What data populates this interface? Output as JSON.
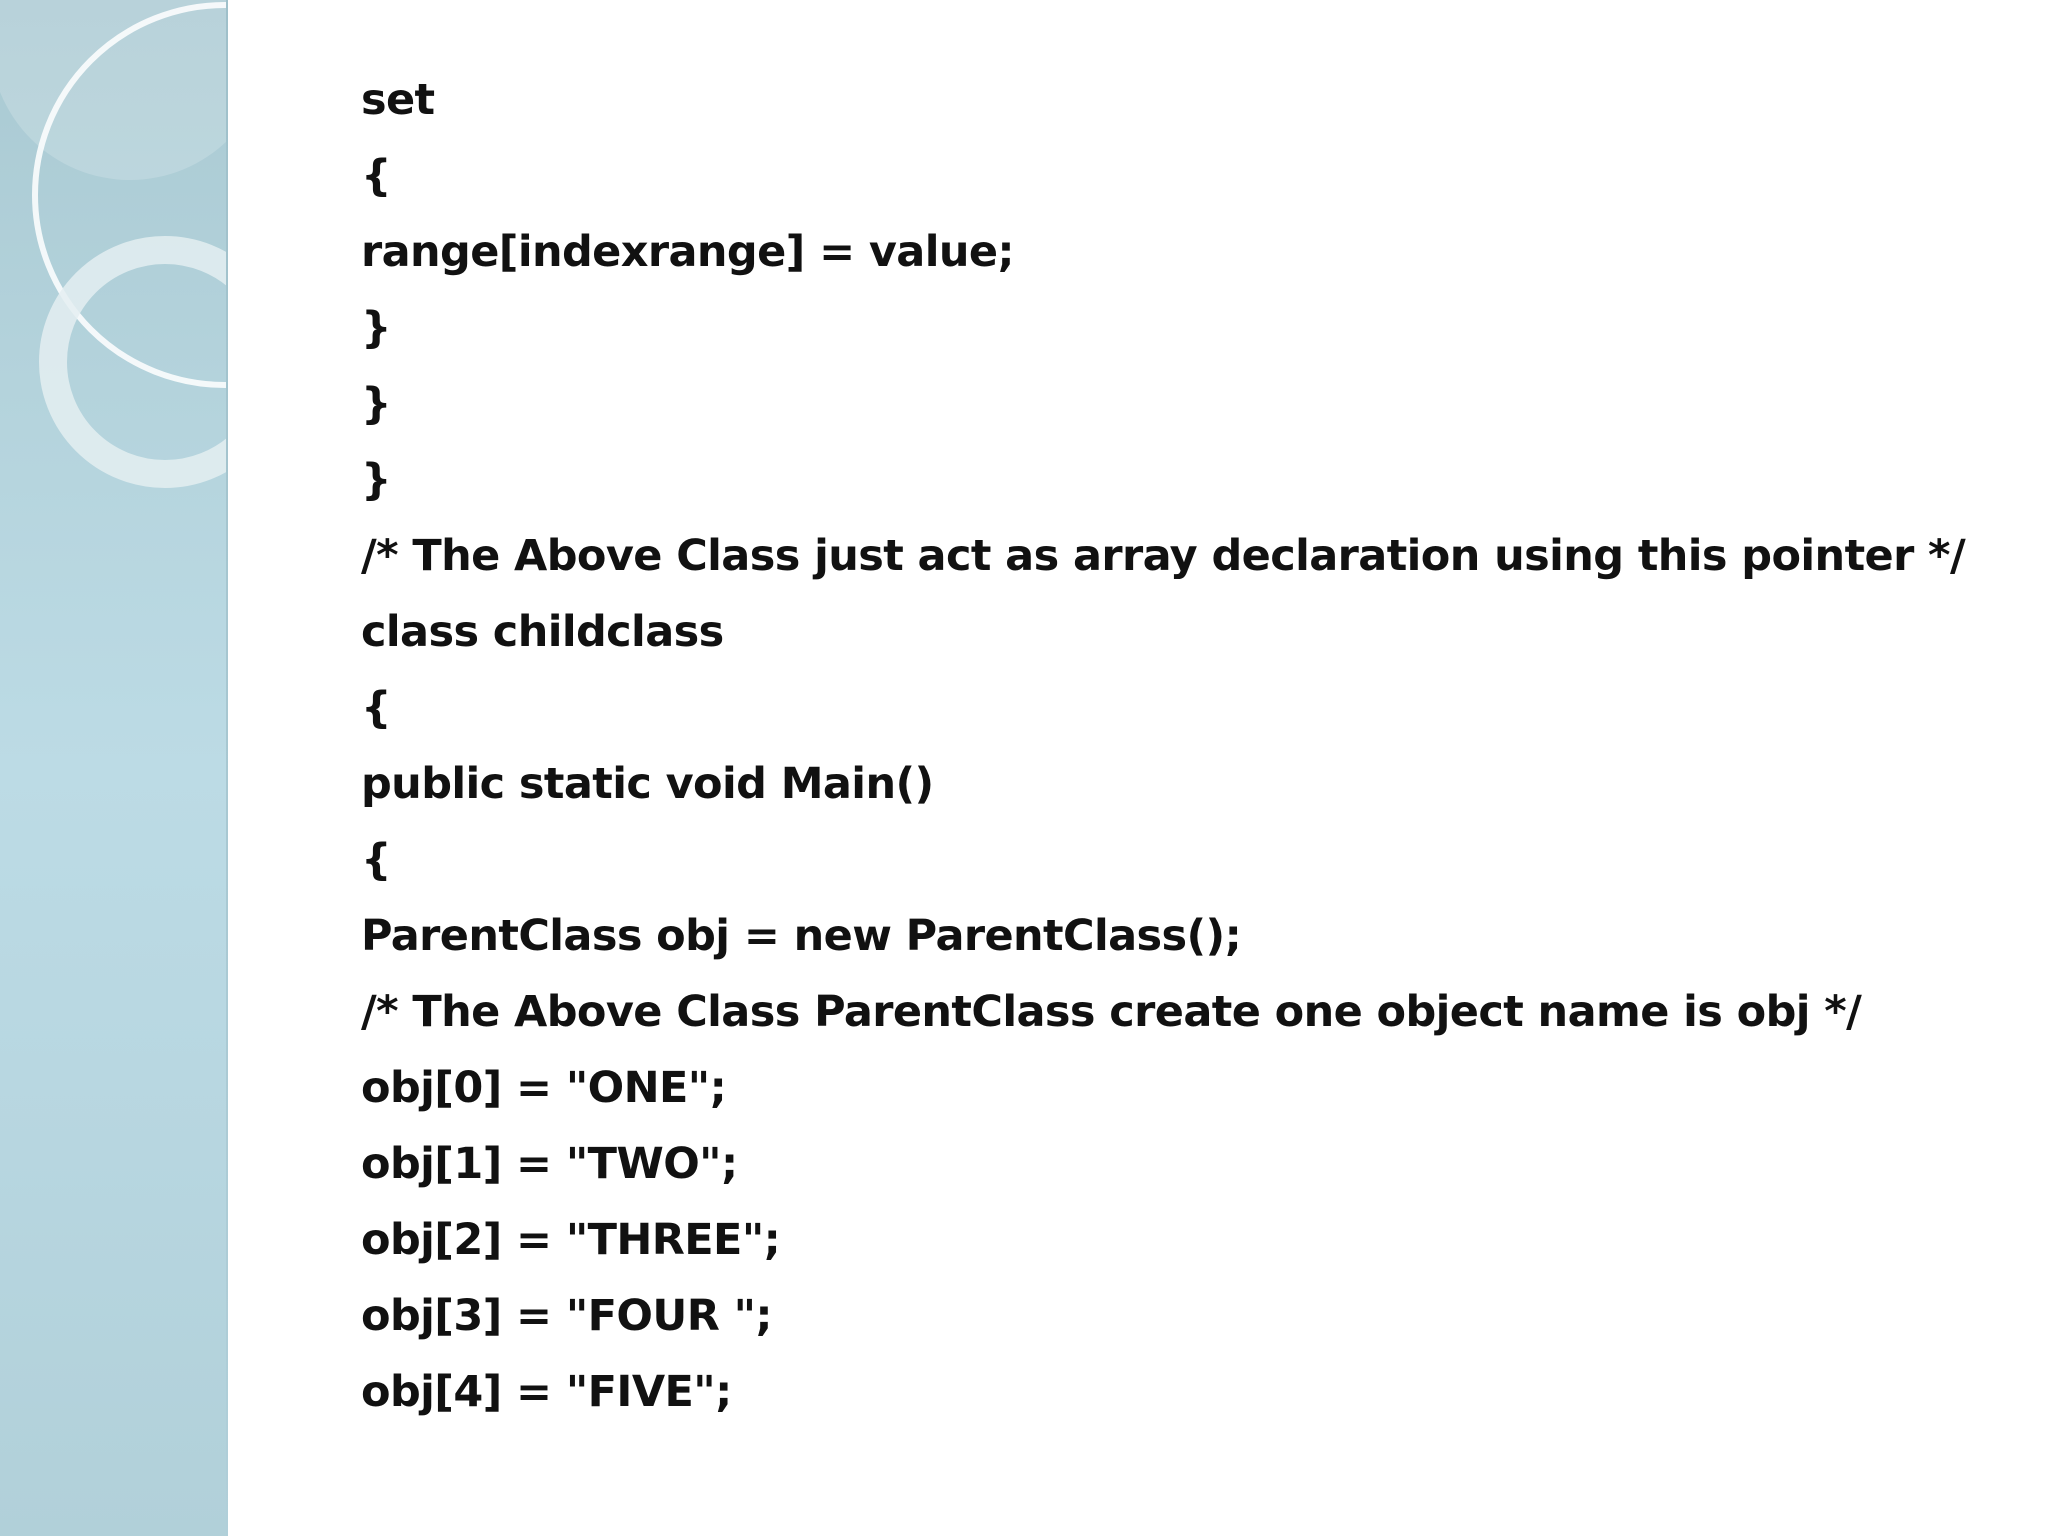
{
  "slide": {
    "code_lines": [
      "set",
      "{",
      "range[indexrange] = value;",
      "}",
      "}",
      "}",
      "/* The Above Class just act as array declaration using this pointer */",
      "class childclass",
      "{",
      "public static void Main()",
      "{",
      "ParentClass obj = new ParentClass();",
      "/* The Above Class ParentClass create one object name is obj */",
      "obj[0] = \"ONE\";",
      "obj[1] = \"TWO\";",
      "obj[2] = \"THREE\";",
      "obj[3] = \"FOUR \";",
      "obj[4] = \"FIVE\";"
    ]
  },
  "theme": {
    "sidebar_color": "#b4d3dc",
    "text_color": "#111111",
    "background": "#ffffff"
  }
}
